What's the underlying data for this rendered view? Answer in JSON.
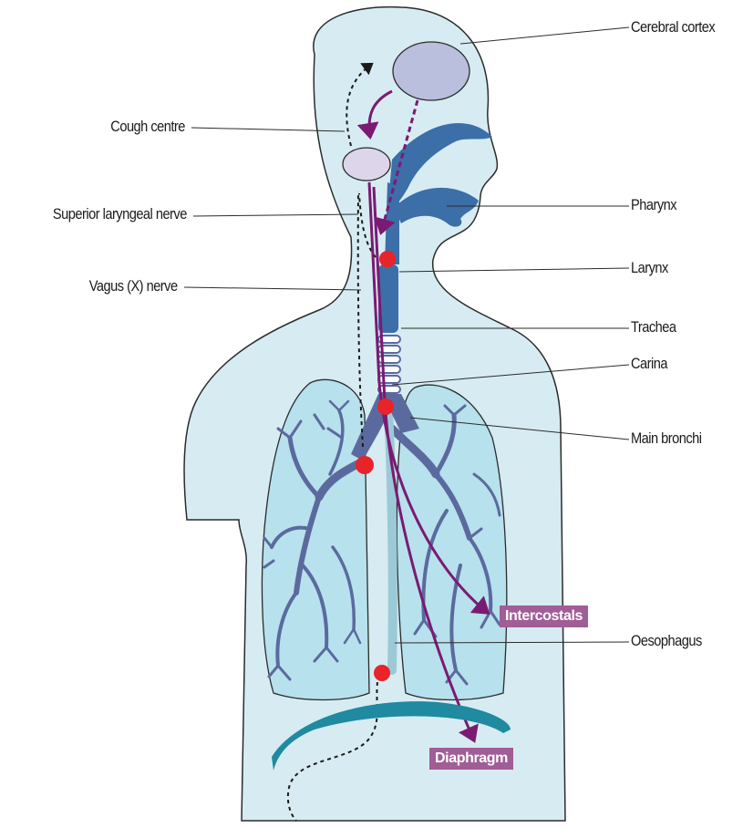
{
  "colors": {
    "body_fill": "#d6ecf2",
    "lung_fill": "#b7e1ec",
    "airway_blue": "#3c6ea8",
    "bronchi_purple": "#5b6a9e",
    "brain_fill": "#b9bfdc",
    "reflex_arrow": "#7b1a73",
    "trigger_dot": "#e8232a",
    "diaphragm": "#1f8aa0",
    "muscle_tag": "#a15d96"
  },
  "labels": {
    "cerebral_cortex": "Cerebral cortex",
    "cough_centre": "Cough centre",
    "superior_laryngeal_nerve": "Superior laryngeal nerve",
    "vagus_nerve": "Vagus (X) nerve",
    "pharynx": "Pharynx",
    "larynx": "Larynx",
    "trachea": "Trachea",
    "carina": "Carina",
    "main_bronchi": "Main bronchi",
    "oesophagus": "Oesophagus"
  },
  "muscles": {
    "intercostals": "Intercostals",
    "diaphragm": "Diaphragm"
  }
}
